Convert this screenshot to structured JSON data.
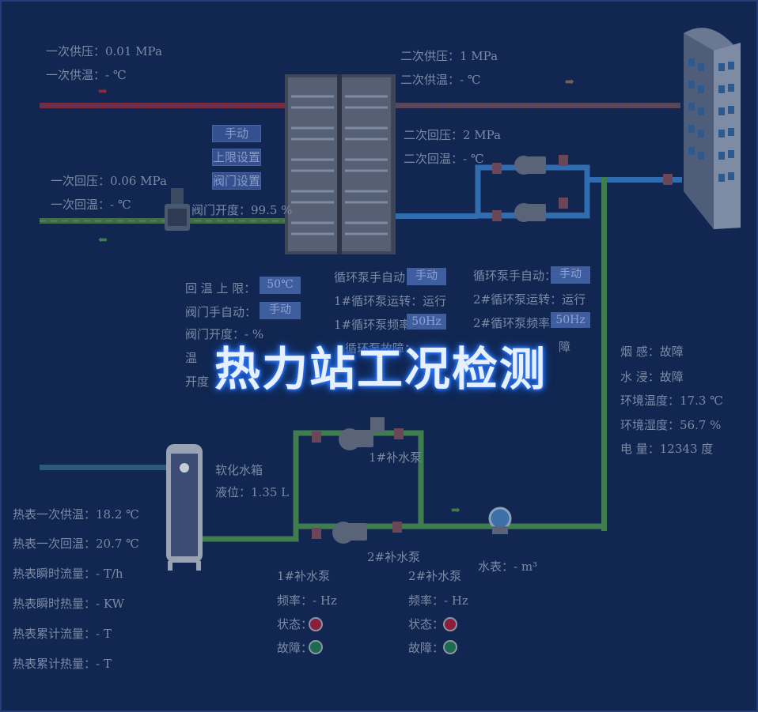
{
  "title": "热力站工况检测",
  "primary": {
    "supply_pressure": "一次供压：0.01 MPa",
    "supply_temp": "一次供温：- ℃",
    "return_pressure": "一次回压：0.06 MPa",
    "return_temp": "一次回温：- ℃",
    "valve_open": "阀门开度：99.5 %"
  },
  "secondary": {
    "supply_pressure": "二次供压：1 MPa",
    "supply_temp": "二次供温：- ℃",
    "return_pressure": "二次回压：2 MPa",
    "return_temp": "二次回温：- ℃"
  },
  "valve_buttons": [
    "手动",
    "上限设置",
    "阀门设置"
  ],
  "control": {
    "return_limit_label": "回 温 上 限：",
    "return_limit_value": "50℃",
    "valve_mode_label": "阀门手自动：",
    "valve_mode_value": "手动",
    "valve_open_label": "阀门开度：- %",
    "temp_partial": "温",
    "open_partial": "开度"
  },
  "pump1": {
    "mode_label": "循环泵手自动：",
    "mode_value": "手动",
    "run_label": "1#循环泵运转：运行",
    "freq_label": "1#循环泵频率：",
    "freq_value": "50Hz",
    "fault_partial": "循环泵故障："
  },
  "pump2": {
    "mode_label": "循环泵手自动：",
    "mode_value": "手动",
    "run_label": "2#循环泵运转：运行",
    "freq_label": "2#循环泵频率：",
    "freq_value": "50Hz",
    "fault_partial": "障"
  },
  "environment": [
    "烟 感：故障",
    "水 浸：故障",
    "环境温度：17.3 ℃",
    "环境湿度：56.7 %",
    "电 量：12343 度"
  ],
  "tank": {
    "name": "软化水箱",
    "level": "液位：1.35 L"
  },
  "heat_meter": [
    "热表一次供温：18.2 ℃",
    "热表一次回温：20.7 ℃",
    "热表瞬时流量：- T/h",
    "热表瞬时热量：- KW",
    "热表累计流量：- T",
    "热表累计热量：- T"
  ],
  "makeup_labels": {
    "pump1_top": "1#补水泵",
    "pump2_bottom": "2#补水泵"
  },
  "makeup1": {
    "name": "1#补水泵",
    "freq": "频率：- Hz",
    "status": "状态：",
    "fault": "故障："
  },
  "makeup2": {
    "name": "2#补水泵",
    "freq": "频率：- Hz",
    "status": "状态：",
    "fault": "故障："
  },
  "water_meter": "水表：- m³",
  "colors": {
    "status_dot": "#8a1f3c",
    "fault_dot": "#1c6b4e",
    "pipe_red": "#8e2c3c",
    "pipe_blue": "#2f6db0",
    "pipe_green": "#3f7d4f",
    "accent_button": "#34508f"
  }
}
